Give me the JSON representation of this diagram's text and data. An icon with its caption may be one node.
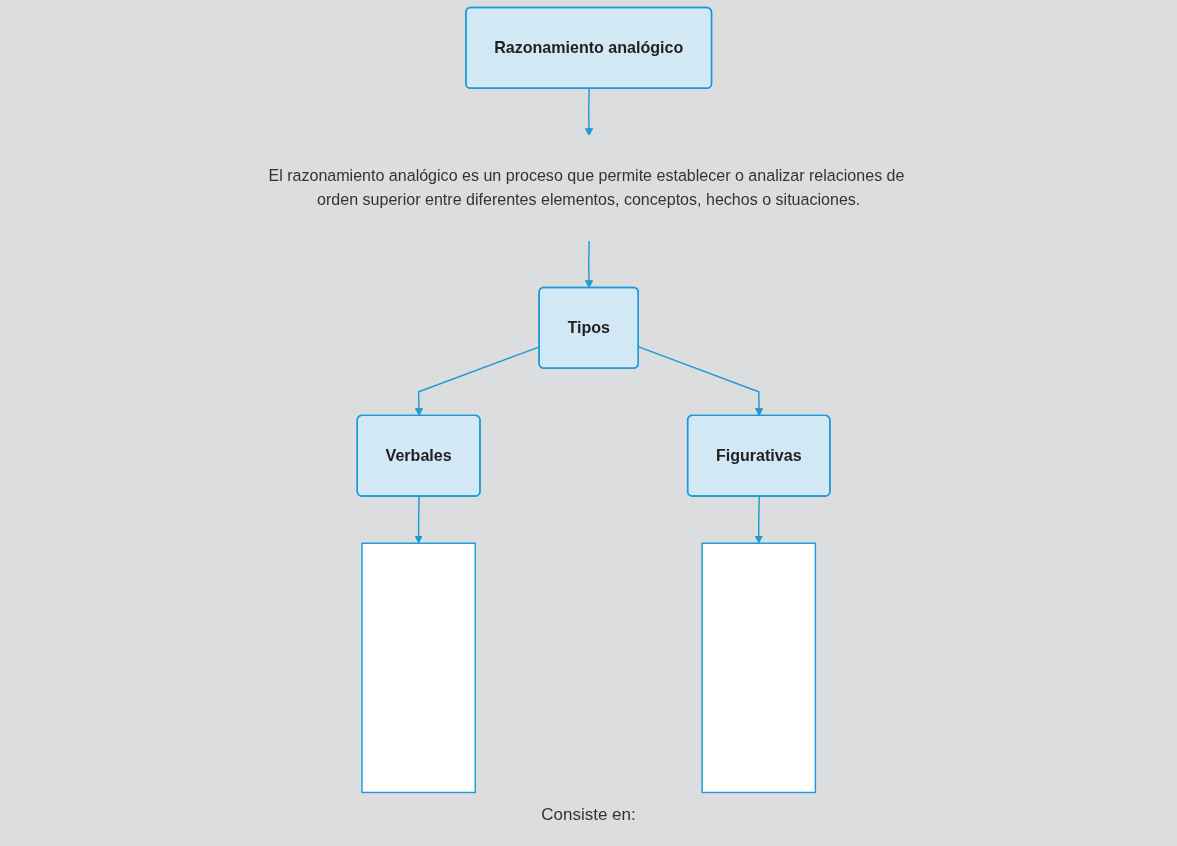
{
  "diagram": {
    "nodes": [
      {
        "text": [
          "Razonamiento analógico"
        ]
      },
      {
        "text": [
          "El razonamiento analógico es un proceso que permite establecer o analizar relaciones de orden superior entre diferentes elementos, conceptos, hechos o situaciones."
        ]
      },
      {
        "text": [
          "Tipos"
        ]
      },
      {
        "text": [
          "Verbales"
        ]
      },
      {
        "text": [
          "Figurativas"
        ]
      },
      {
        "text": [],
        "shape": "box"
      },
      {
        "text": [],
        "shape": "box"
      }
    ],
    "edges": [
      {
        "from": 0,
        "to": 1,
        "arrow": "to"
      },
      {
        "from": 1,
        "to": 2,
        "arrow": "to"
      },
      {
        "from": 2,
        "to": 3,
        "arrow": "to"
      },
      {
        "from": 2,
        "to": 4,
        "arrow": "to"
      },
      {
        "from": 3,
        "to": 5,
        "arrow": "to"
      },
      {
        "from": 4,
        "to": 6,
        "arrow": "to"
      }
    ],
    "labels": [
      "Consiste en:"
    ]
  }
}
